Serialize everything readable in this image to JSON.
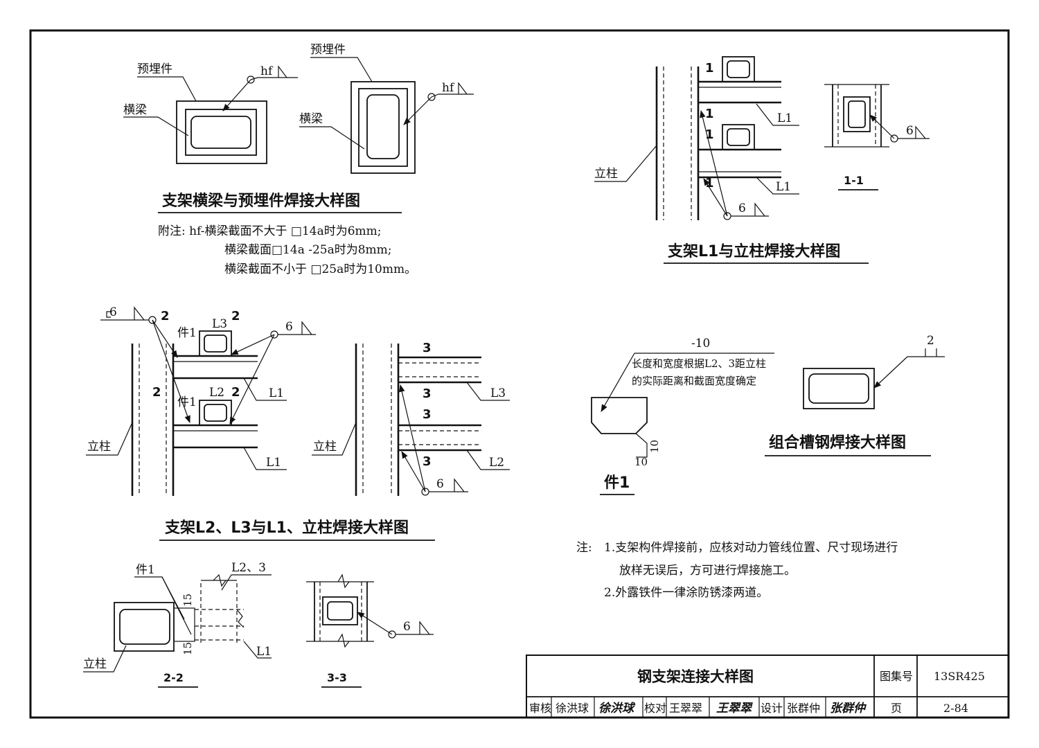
{
  "weld_detail": {
    "embedded_part_label": "预埋件",
    "beam_label": "横梁",
    "weld_symbol": "hf",
    "title": "支架横梁与预埋件焊接大样图",
    "note_line1": "附注: hf-横梁截面不大于 □14a时为6mm;",
    "note_line2": "横梁截面□14a -25a时为8mm;",
    "note_line3": "横梁截面不小于 □25a时为10mm。"
  },
  "l1_column_detail": {
    "column_label": "立柱",
    "member_l1": "L1",
    "weld_size": "6",
    "section_mark": "1",
    "section_label": "1-1",
    "title": "支架L1与立柱焊接大样图"
  },
  "l2l3_detail": {
    "column_label": "立柱",
    "part_label": "件1",
    "member_l1": "L1",
    "member_l2": "L2",
    "member_l3": "L3",
    "weld_size": "6",
    "section_mark2": "2",
    "section_mark3": "3",
    "title": "支架L2、L3与L1、立柱焊接大样图"
  },
  "part1_detail": {
    "plate_thickness": "-10",
    "note_line1": "长度和宽度根据L2、3距立柱",
    "note_line2": "的实际距离和截面宽度确定",
    "dim": "10",
    "title": "件1"
  },
  "combined_channel": {
    "weld_size": "2",
    "title": "组合槽钢焊接大样图"
  },
  "section_22": {
    "part_label": "件1",
    "member_label": "L2、3",
    "member_l1": "L1",
    "column_label": "立柱",
    "dim": "15",
    "title": "2-2"
  },
  "section_33": {
    "weld_size": "6",
    "title": "3-3"
  },
  "general_notes": {
    "prefix": "注:",
    "note1_line1": "1.支架构件焊接前，应核对动力管线位置、尺寸现场进行",
    "note1_line2": "放样无误后，方可进行焊接施工。",
    "note2": "2.外露铁件一律涂防锈漆两道。"
  },
  "title_block": {
    "drawing_title": "钢支架连接大样图",
    "atlas_no_label": "图集号",
    "atlas_no": "13SR425",
    "reviewer_label": "审核",
    "reviewer": "徐洪球",
    "checker_label": "校对",
    "checker": "王翠翠",
    "designer_label": "设计",
    "designer": "张群仲",
    "page_label": "页",
    "page": "2-84"
  }
}
